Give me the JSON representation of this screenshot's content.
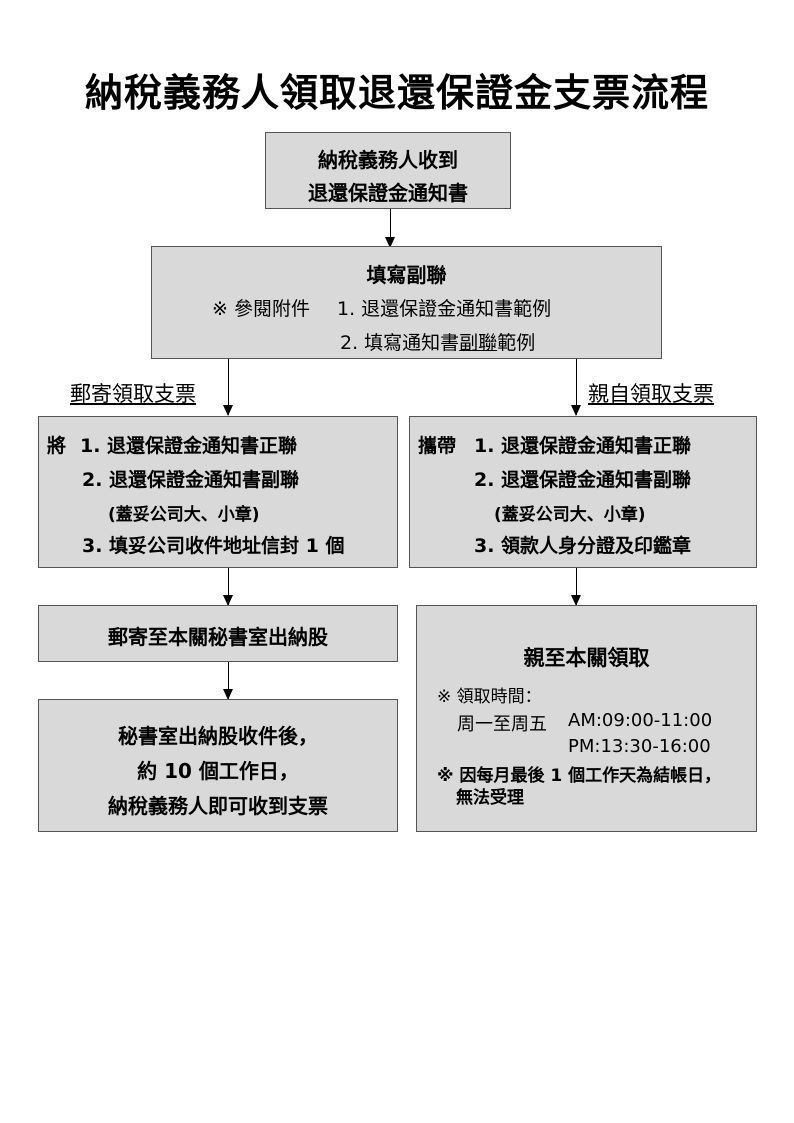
{
  "title": "納稅義務人領取退還保證金支票流程",
  "step1": {
    "line1": "納稅義務人收到",
    "line2": "退還保證金通知書"
  },
  "step2": {
    "heading": "填寫副聯",
    "ref_prefix": "※ 參閱附件",
    "ref1": "1. 退還保證金通知書範例",
    "ref2_prefix": "2. 填寫通知書",
    "ref2_underlined": "副聯",
    "ref2_suffix": "範例"
  },
  "branch_left": "郵寄領取支票",
  "branch_right": "親自領取支票",
  "left": {
    "items": {
      "lead": "將",
      "i1": "1. 退還保證金通知書正聯",
      "i2": "2. 退還保證金通知書副聯",
      "i2_note": "(蓋妥公司大、小章)",
      "i3": "3. 填妥公司收件地址信封 1 個"
    },
    "mail": "郵寄至本關秘書室出納股",
    "result": {
      "line1": "秘書室出納股收件後，",
      "line2": "約 10 個工作日，",
      "line3": "納稅義務人即可收到支票"
    }
  },
  "right": {
    "items": {
      "lead": "攜帶",
      "i1": "1. 退還保證金通知書正聯",
      "i2": "2. 退還保證金通知書副聯",
      "i2_note": "(蓋妥公司大、小章)",
      "i3": "3. 領款人身分證及印鑑章"
    },
    "visit": {
      "heading": "親至本關領取",
      "hours_label": "※ 領取時間：",
      "days": "周一至周五",
      "am": "AM:09:00-11:00",
      "pm": "PM:13:30-16:00",
      "note1": "※ 因每月最後 1 個工作天為結帳日，",
      "note2": "無法受理"
    }
  }
}
